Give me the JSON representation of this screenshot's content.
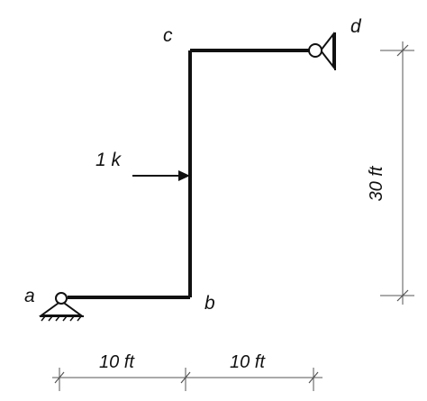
{
  "diagram": {
    "nodes": {
      "a": "a",
      "b": "b",
      "c": "c",
      "d": "d"
    },
    "load": {
      "label": "1 k",
      "direction": "right",
      "applied_to": "member b-c"
    },
    "dimensions": {
      "width_left": "10 ft",
      "width_right": "10 ft",
      "height": "30 ft"
    },
    "supports": {
      "a": "pin (upward, base hatch)",
      "d": "pin (rotated, wall on right)"
    },
    "colors": {
      "frame": "#111111",
      "dimension_line": "#555555"
    }
  }
}
